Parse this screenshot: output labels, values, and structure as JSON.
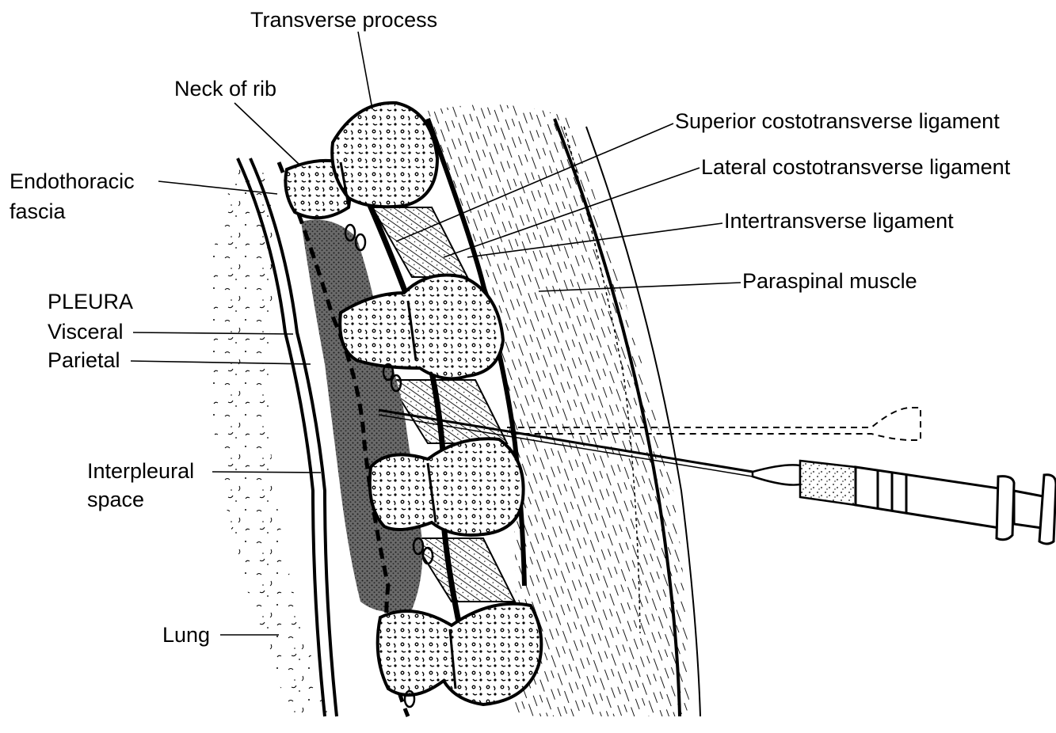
{
  "labels": {
    "transverse_process": "Transverse process",
    "neck_of_rib": "Neck of rib",
    "endothoracic_line1": "Endothoracic",
    "endothoracic_line2": "fascia",
    "pleura_heading": "PLEURA",
    "visceral": "Visceral",
    "parietal": "Parietal",
    "interpleural_line1": "Interpleural",
    "interpleural_line2": "space",
    "lung": "Lung",
    "superior_costotransverse": "Superior costotransverse ligament",
    "lateral_costotransverse": "Lateral costotransverse ligament",
    "intertransverse": "Intertransverse ligament",
    "paraspinal": "Paraspinal muscle"
  }
}
